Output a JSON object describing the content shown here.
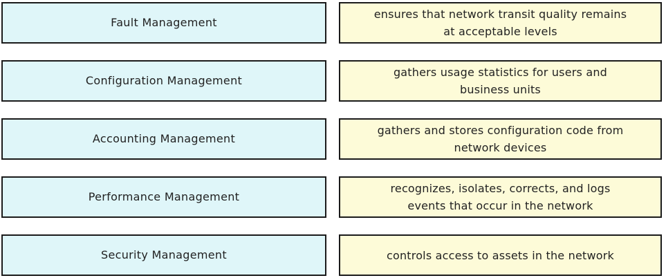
{
  "matching": {
    "left_items": [
      {
        "label": "Fault Management"
      },
      {
        "label": "Configuration Management"
      },
      {
        "label": "Accounting Management"
      },
      {
        "label": "Performance Management"
      },
      {
        "label": "Security Management"
      }
    ],
    "right_items": [
      {
        "text": "ensures that network transit quality remains at acceptable levels",
        "lines": [
          "ensures that network transit quality remains",
          "at acceptable levels"
        ]
      },
      {
        "text": "gathers usage statistics for users and business units",
        "lines": [
          "gathers usage statistics for users and",
          "business units"
        ]
      },
      {
        "text": "gathers and stores configuration code from network devices",
        "lines": [
          "gathers and stores configuration code from",
          "network devices"
        ]
      },
      {
        "text": "recognizes, isolates, corrects, and logs events that occur in the network",
        "lines": [
          "recognizes, isolates, corrects, and logs",
          "events that occur in the network"
        ]
      },
      {
        "text": "controls access to assets in the network",
        "lines": [
          "controls access to assets in the network"
        ]
      }
    ]
  },
  "colors": {
    "term_box_fill": "#dff6f9",
    "definition_box_fill": "#fdfbd8",
    "box_border": "#1a1a1a",
    "text": "#222222",
    "background": "#ffffff"
  }
}
